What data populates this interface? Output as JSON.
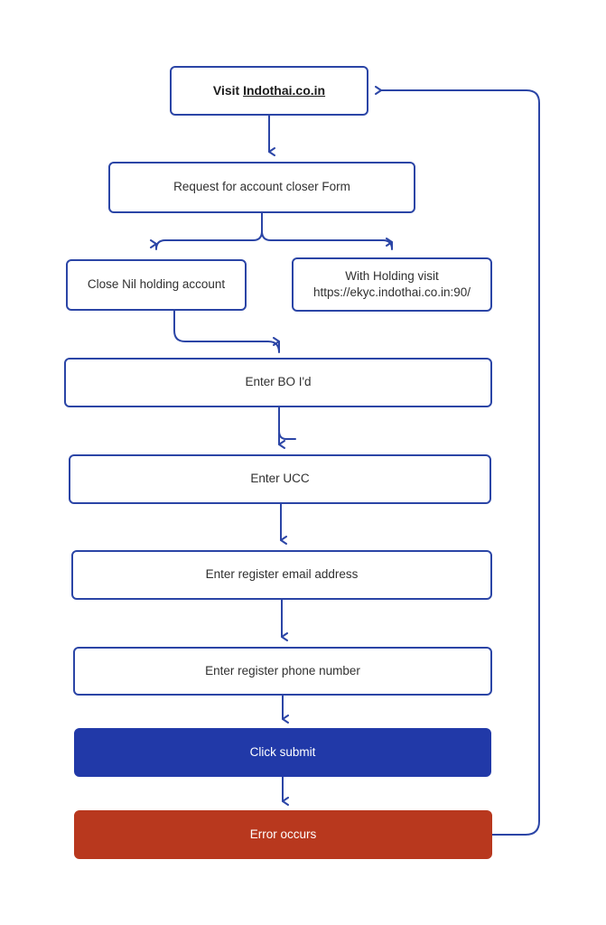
{
  "diagram": {
    "title": "Account closure request flowchart",
    "colors": {
      "edge": "#2B45A6",
      "outline_border": "#2B45A6",
      "submit_fill": "#2139A8",
      "error_fill": "#B8381E",
      "text": "#303030",
      "background": "#FFFFFF"
    },
    "nodes": [
      {
        "id": "visit",
        "label": "Visit Indothai.co.in",
        "label_prefix": "Visit ",
        "label_underlined": "Indothai.co.in",
        "style": "outlined-bold"
      },
      {
        "id": "request",
        "label": "Request for account closer Form",
        "style": "outlined"
      },
      {
        "id": "close-nil",
        "label": "Close Nil holding account",
        "style": "outlined"
      },
      {
        "id": "with-holding",
        "label": "With Holding visit\nhttps://ekyc.indothai.co.in:90/",
        "style": "outlined"
      },
      {
        "id": "enter-bo-id",
        "label": "Enter BO I'd",
        "style": "outlined"
      },
      {
        "id": "enter-ucc",
        "label": "Enter UCC",
        "style": "outlined"
      },
      {
        "id": "enter-email",
        "label": "Enter register email address",
        "style": "outlined"
      },
      {
        "id": "enter-phone",
        "label": "Enter register phone number",
        "style": "outlined"
      },
      {
        "id": "click-submit",
        "label": "Click submit",
        "style": "filled-blue"
      },
      {
        "id": "error-occurs",
        "label": "Error occurs",
        "style": "filled-red"
      }
    ],
    "edges": [
      {
        "from": "visit",
        "to": "request",
        "kind": "straight-down"
      },
      {
        "from": "request",
        "to": "close-nil",
        "kind": "fork-left"
      },
      {
        "from": "request",
        "to": "with-holding",
        "kind": "fork-right"
      },
      {
        "from": "close-nil",
        "to": "enter-bo-id",
        "kind": "elbow-right-down"
      },
      {
        "from": "enter-bo-id",
        "to": "enter-ucc",
        "kind": "straight-down-stub"
      },
      {
        "from": "enter-ucc",
        "to": "enter-email",
        "kind": "straight-down"
      },
      {
        "from": "enter-email",
        "to": "enter-phone",
        "kind": "straight-down"
      },
      {
        "from": "enter-phone",
        "to": "click-submit",
        "kind": "straight-down"
      },
      {
        "from": "click-submit",
        "to": "error-occurs",
        "kind": "straight-down"
      },
      {
        "from": "error-occurs",
        "to": "visit",
        "kind": "feedback-loop-right"
      }
    ]
  }
}
